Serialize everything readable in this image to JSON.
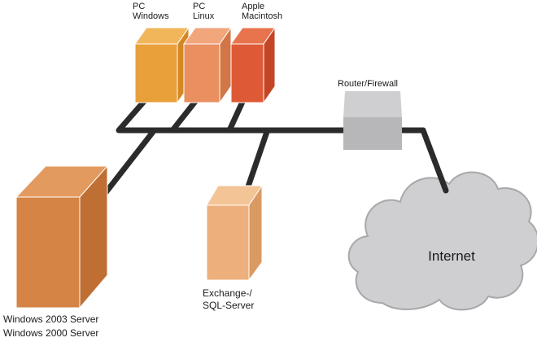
{
  "diagram": {
    "clients": [
      {
        "line1": "PC",
        "line2": "Windows",
        "color_front": "#E9A03A",
        "color_top": "#F2B65A",
        "color_side": "#D48824"
      },
      {
        "line1": "PC",
        "line2": "Linux",
        "color_front": "#EA8F60",
        "color_top": "#F2A67C",
        "color_side": "#D27648"
      },
      {
        "line1": "Apple",
        "line2": "Macintosh",
        "color_front": "#DE5A36",
        "color_top": "#E8744E",
        "color_side": "#C44525"
      }
    ],
    "router": {
      "label": "Router/Firewall",
      "color": "#B7B7BA"
    },
    "main_server": {
      "line1": "Windows 2003 Server",
      "line2": "Windows 2000 Server",
      "color_front": "#D58446",
      "color_top": "#E39A5F",
      "color_side": "#BF6F33"
    },
    "exchange_server": {
      "line1": "Exchange-/",
      "line2": "SQL-Server",
      "color_front": "#EDB07C",
      "color_top": "#F3C496",
      "color_side": "#DA9A62"
    },
    "cloud": {
      "label": "Internet",
      "color": "#CFCFD1",
      "stroke": "#A8A8AB"
    },
    "network_color": "#2b2b2b"
  }
}
